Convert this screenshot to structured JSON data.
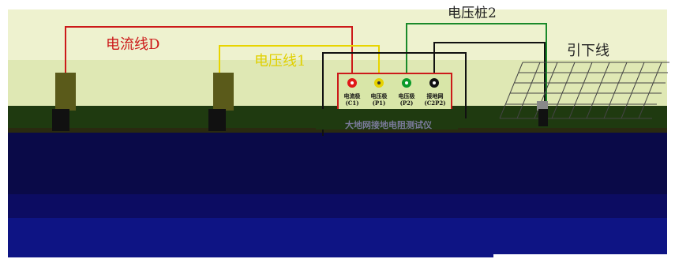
{
  "labels": {
    "current_wire": "电流线D",
    "voltage_wire": "电压线1",
    "voltage_stake": "电压桩2",
    "down_lead": "引下线",
    "instrument": "大地网接地电阻测试仪"
  },
  "terminals": [
    {
      "name": "电流极",
      "code": "(C1)",
      "color": "#e01818"
    },
    {
      "name": "电压极",
      "code": "(P1)",
      "color": "#e6d200"
    },
    {
      "name": "电压极",
      "code": "(P2)",
      "color": "#0a9a2a"
    },
    {
      "name": "接地网",
      "code": "(C2P2)",
      "color": "#111111"
    }
  ],
  "colors": {
    "current_wire": "#cc1a1a",
    "voltage_wire": "#e8d400",
    "voltage_stake_wire": "#1a8a2a",
    "ground_wire": "#111111",
    "soil": "#0a0a4a"
  }
}
